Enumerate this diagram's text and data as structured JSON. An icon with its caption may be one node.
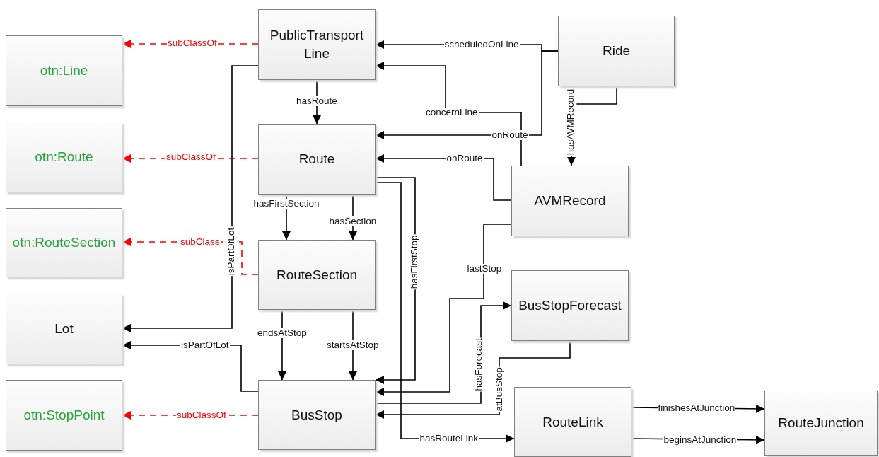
{
  "diagram": {
    "nodes": [
      {
        "text": [
          "otn:Line"
        ]
      },
      {
        "text": [
          "otn:Route"
        ]
      },
      {
        "text": [
          "otn:RouteSection"
        ]
      },
      {
        "text": [
          "Lot"
        ]
      },
      {
        "text": [
          "otn:StopPoint"
        ]
      },
      {
        "text": [
          "PublicTransport Line"
        ]
      },
      {
        "text": [
          "Route"
        ]
      },
      {
        "text": [
          "RouteSection"
        ]
      },
      {
        "text": [
          "BusStop"
        ]
      },
      {
        "text": [
          "Ride"
        ]
      },
      {
        "text": [
          "AVMRecord"
        ]
      },
      {
        "text": [
          "BusStopForecast"
        ]
      },
      {
        "text": [
          "RouteLink"
        ]
      },
      {
        "text": [
          "RouteJunction"
        ]
      }
    ],
    "edges": [
      {
        "from": 5,
        "to": 0,
        "arrow": "to",
        "label": "subClassOf",
        "style": "dashed",
        "color": "#ff0000"
      },
      {
        "from": 6,
        "to": 1,
        "arrow": "to",
        "label": "subClassOf",
        "style": "dashed",
        "color": "#ff0000"
      },
      {
        "from": 7,
        "to": 2,
        "arrow": "to",
        "label": "subClass",
        "style": "dashed",
        "color": "#ff0000"
      },
      {
        "from": 8,
        "to": 4,
        "arrow": "to",
        "label": "subClassOf",
        "style": "dashed",
        "color": "#ff0000"
      },
      {
        "from": 5,
        "to": 6,
        "arrow": "to",
        "label": "hasRoute"
      },
      {
        "from": 9,
        "to": 5,
        "arrow": "to",
        "label": "scheduledOnLine"
      },
      {
        "from": 9,
        "to": 6,
        "arrow": "to",
        "label": "onRoute"
      },
      {
        "from": 10,
        "to": 5,
        "arrow": "to",
        "label": "concernLine"
      },
      {
        "from": 10,
        "to": 6,
        "arrow": "to",
        "label": "onRoute"
      },
      {
        "from": 9,
        "to": 10,
        "arrow": "to",
        "label": "hasAVMRecord"
      },
      {
        "from": 6,
        "to": 7,
        "arrow": "to",
        "label": "hasFirstSection"
      },
      {
        "from": 6,
        "to": 7,
        "arrow": "to",
        "label": "hasSection"
      },
      {
        "from": 7,
        "to": 8,
        "arrow": "to",
        "label": "endsAtStop"
      },
      {
        "from": 7,
        "to": 8,
        "arrow": "to",
        "label": "startsAtStop"
      },
      {
        "from": 5,
        "to": 3,
        "arrow": "to",
        "label": "isPartOfLot"
      },
      {
        "from": 8,
        "to": 3,
        "arrow": "to",
        "label": "isPartOfLot"
      },
      {
        "from": 6,
        "to": 8,
        "arrow": "to",
        "label": "hasFirstStop"
      },
      {
        "from": 6,
        "to": 12,
        "arrow": "to",
        "label": "hasRouteLink"
      },
      {
        "from": 10,
        "to": 8,
        "arrow": "to",
        "label": "lastStop"
      },
      {
        "from": 8,
        "to": 11,
        "arrow": "to",
        "label": "hasForecast"
      },
      {
        "from": 11,
        "to": 8,
        "arrow": "to",
        "label": "atBusStop"
      },
      {
        "from": 12,
        "to": 13,
        "arrow": "to",
        "label": "finishesAtJunction"
      },
      {
        "from": 12,
        "to": 13,
        "arrow": "to",
        "label": "beginsAtJunction"
      }
    ]
  }
}
